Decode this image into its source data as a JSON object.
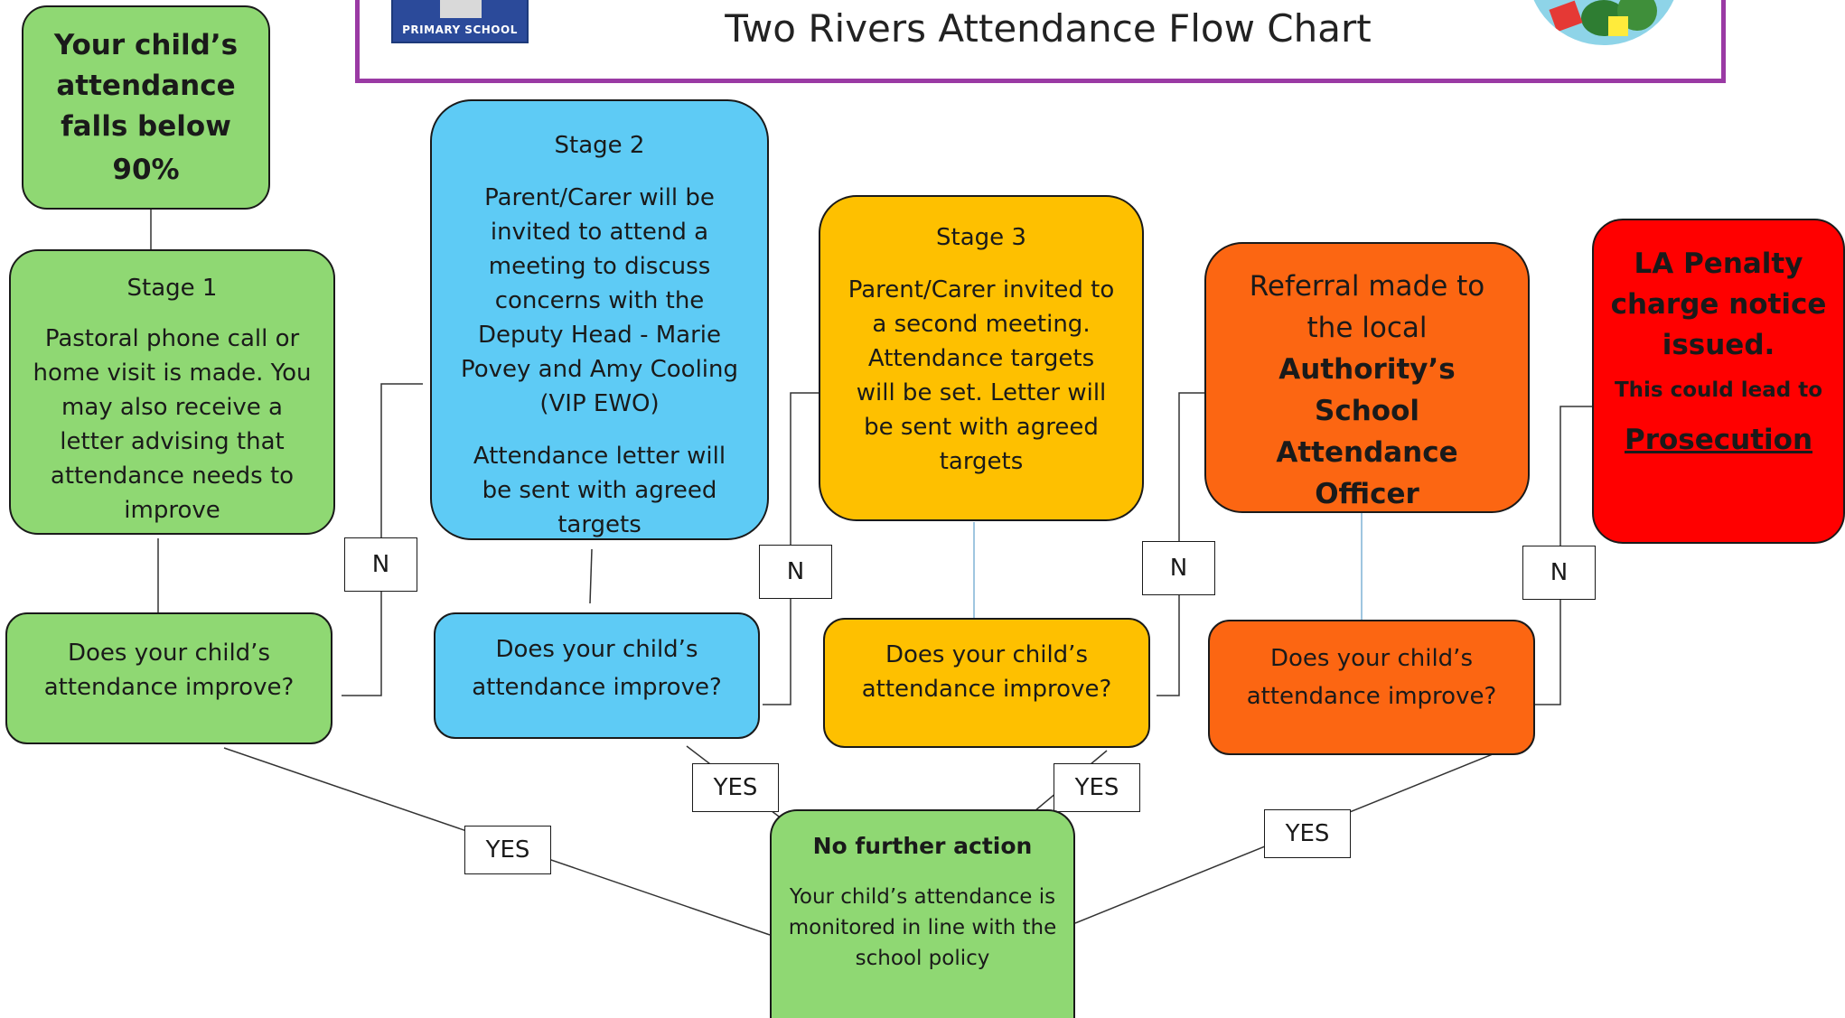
{
  "header": {
    "title": "Two Rivers Attendance Flow Chart",
    "school_logo_text": "PRIMARY SCHOOL"
  },
  "start": {
    "text": "Your child’s attendance falls below",
    "threshold": "90%"
  },
  "stage1": {
    "title": "Stage 1",
    "body": "Pastoral phone call or home visit is made. You may also receive a letter advising that attendance needs to improve"
  },
  "stage2": {
    "title": "Stage 2",
    "body": "Parent/Carer will be invited to attend a meeting to discuss concerns with the Deputy Head - Marie Povey and Amy Cooling (VIP EWO)",
    "body2": "Attendance letter will be sent with agreed targets"
  },
  "stage3": {
    "title": "Stage 3",
    "body": "Parent/Carer invited to a second meeting. Attendance targets will be set. Letter will be sent with agreed targets"
  },
  "referral": {
    "line1": "Referral made to the local",
    "line2": "Authority’s School Attendance Officer"
  },
  "penalty": {
    "line1": "LA Penalty charge notice issued.",
    "line2": "This could lead to",
    "line3": "Prosecution"
  },
  "questions": {
    "q1": "Does your child’s attendance improve?",
    "q2": "Does your child’s attendance improve?",
    "q3": "Does your child’s attendance improve?",
    "q4": "Does your child’s attendance improve?"
  },
  "labels": {
    "no": "N",
    "yes": "YES"
  },
  "outcome": {
    "title": "No further action",
    "body": "Your child’s attendance is monitored in line with the school policy"
  },
  "colors": {
    "green": "#8fd873",
    "blue": "#5ecbf5",
    "amber": "#fec000",
    "orange": "#fc6612",
    "red": "#ff0000",
    "header_border": "#9a3aa4",
    "connector_light": "#7fb3d5"
  }
}
